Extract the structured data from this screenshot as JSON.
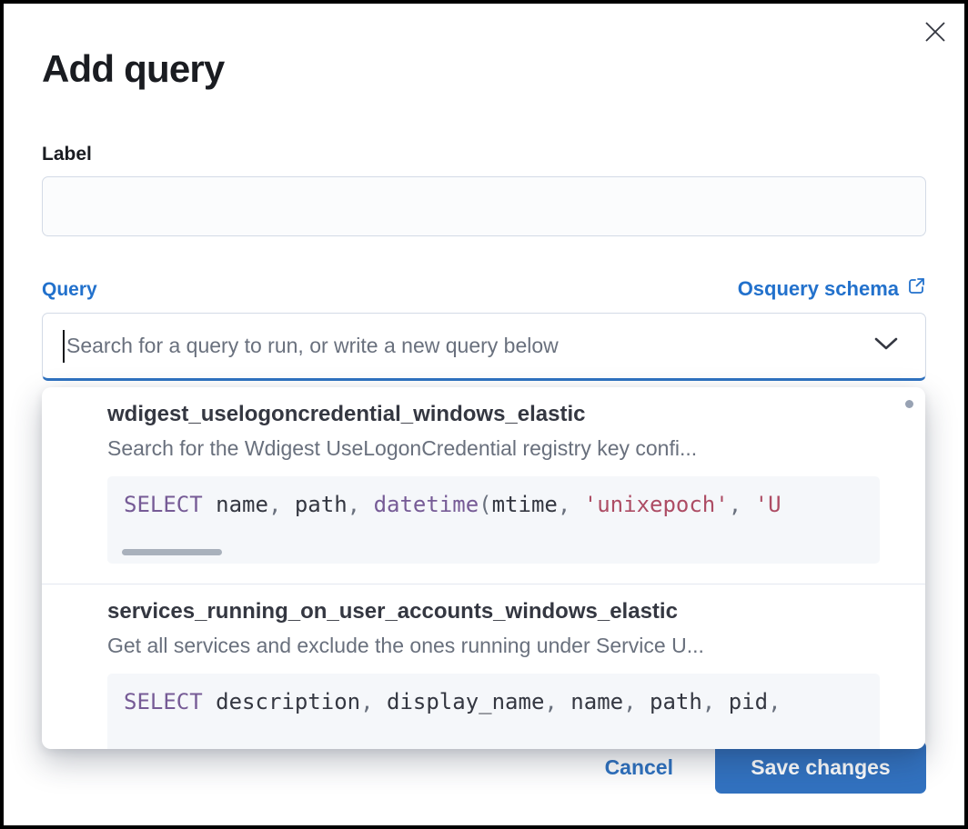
{
  "modal": {
    "title": "Add query",
    "close_icon": "x-icon"
  },
  "form": {
    "label_field": {
      "label": "Label",
      "value": "",
      "placeholder": ""
    },
    "query_field": {
      "label": "Query",
      "schema_link": {
        "text": "Osquery schema",
        "icon": "external-link-icon"
      },
      "combobox": {
        "value": "",
        "placeholder": "Search for a query to run, or write a new query below",
        "chevron_icon": "chevron-down-icon",
        "focused": true
      }
    }
  },
  "dropdown": {
    "options": [
      {
        "id": "wdigest_uselogoncredential_windows_elastic",
        "description": "Search for the Wdigest UseLogonCredential registry key confi...",
        "code_tokens": [
          {
            "t": "kw",
            "v": "SELECT"
          },
          {
            "t": "pl",
            "v": " name"
          },
          {
            "t": "pu",
            "v": ", "
          },
          {
            "t": "pl",
            "v": "path"
          },
          {
            "t": "pu",
            "v": ", "
          },
          {
            "t": "kw",
            "v": "datetime"
          },
          {
            "t": "pu",
            "v": "("
          },
          {
            "t": "pl",
            "v": "mtime"
          },
          {
            "t": "pu",
            "v": ", "
          },
          {
            "t": "st",
            "v": "'unixepoch'"
          },
          {
            "t": "pu",
            "v": ", "
          },
          {
            "t": "st",
            "v": "'U"
          }
        ],
        "has_horizontal_scrollbar": true
      },
      {
        "id": "services_running_on_user_accounts_windows_elastic",
        "description": "Get all services and exclude the ones running under Service U...",
        "code_tokens": [
          {
            "t": "kw",
            "v": "SELECT"
          },
          {
            "t": "pl",
            "v": " description"
          },
          {
            "t": "pu",
            "v": ", "
          },
          {
            "t": "pl",
            "v": "display_name"
          },
          {
            "t": "pu",
            "v": ", "
          },
          {
            "t": "pl",
            "v": "name"
          },
          {
            "t": "pu",
            "v": ", "
          },
          {
            "t": "pl",
            "v": "path"
          },
          {
            "t": "pu",
            "v": ", "
          },
          {
            "t": "pl",
            "v": "pid"
          },
          {
            "t": "pu",
            "v": ","
          }
        ],
        "has_horizontal_scrollbar": false
      }
    ]
  },
  "footer": {
    "cancel_label": "Cancel",
    "save_label": "Save changes"
  },
  "colors": {
    "accent_blue": "#2f72c0",
    "link_blue": "#2271cc",
    "title_text": "#1a1c21",
    "body_text": "#343741",
    "subdued_text": "#69707d",
    "code_keyword": "#765b96",
    "code_string": "#ad4c64",
    "code_background": "#f5f7fa",
    "input_border": "#d3dae6",
    "input_background": "#fbfcfd"
  }
}
